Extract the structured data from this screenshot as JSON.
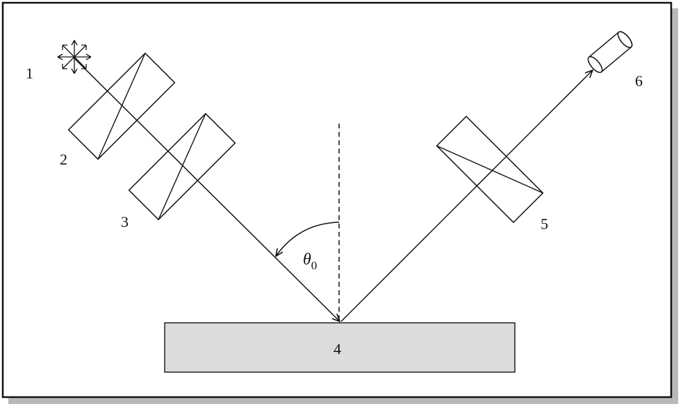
{
  "labels": {
    "source": "1",
    "polarizer_1": "2",
    "polarizer_2": "3",
    "sample": "4",
    "analyzer": "5",
    "detector": "6",
    "angle_symbol": "θ",
    "angle_subscript": "0"
  },
  "colors": {
    "frame_stroke": "#111111",
    "frame_shadow": "#b8b8b8",
    "sample_fill": "#dcdcdc",
    "line": "#111111",
    "background": "#ffffff"
  },
  "icons": {
    "source": "star-burst-icon",
    "detector": "cylinder-detector-icon"
  }
}
